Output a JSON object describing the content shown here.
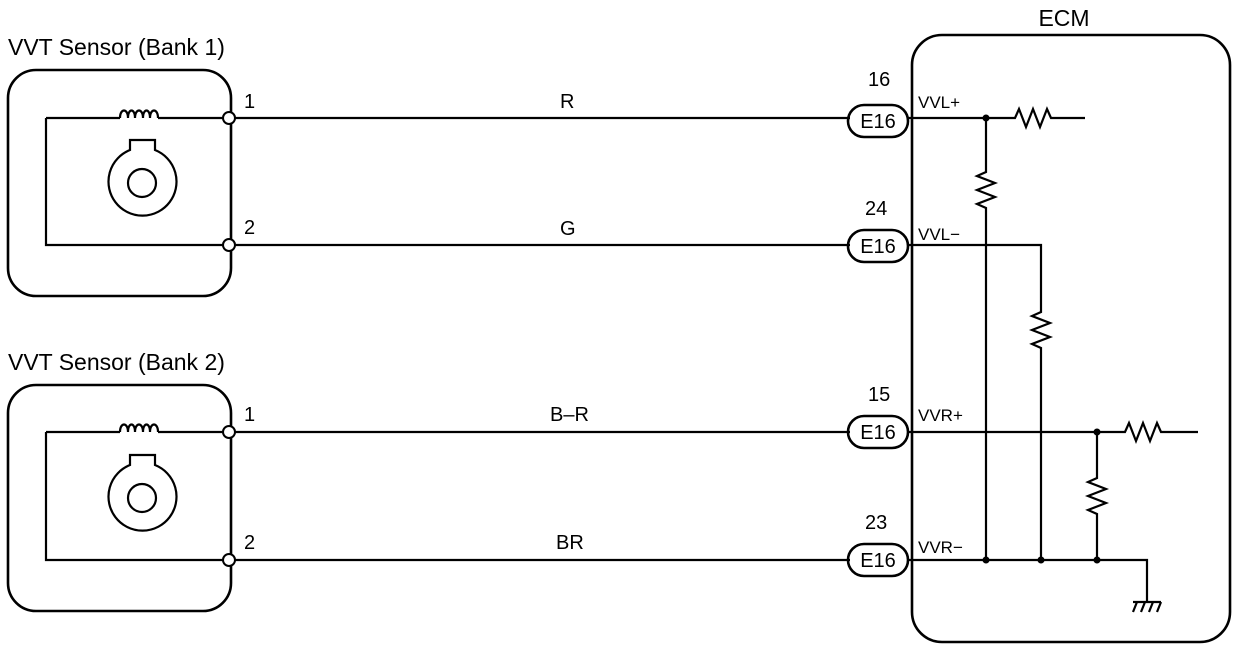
{
  "ecm": {
    "title": "ECM"
  },
  "sensors": [
    {
      "title": "VVT Sensor (Bank 1)",
      "pin1": "1",
      "pin2": "2"
    },
    {
      "title": "VVT Sensor (Bank 2)",
      "pin1": "1",
      "pin2": "2"
    }
  ],
  "wires": [
    {
      "color": "R",
      "pin": "16",
      "connector": "E16",
      "terminal": "VVL+"
    },
    {
      "color": "G",
      "pin": "24",
      "connector": "E16",
      "terminal": "VVL−"
    },
    {
      "color": "B–R",
      "pin": "15",
      "connector": "E16",
      "terminal": "VVR+"
    },
    {
      "color": "BR",
      "pin": "23",
      "connector": "E16",
      "terminal": "VVR−"
    }
  ]
}
